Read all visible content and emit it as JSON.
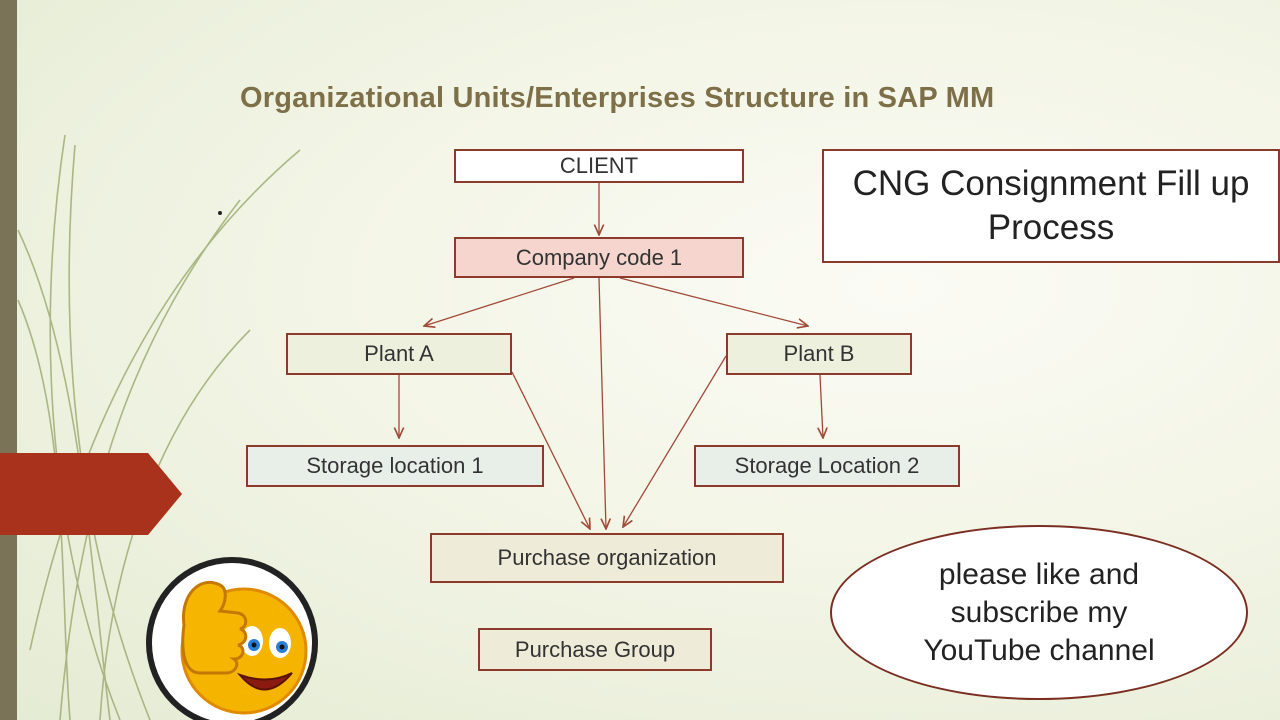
{
  "slide": {
    "title": "Organizational Units/Enterprises Structure in SAP MM"
  },
  "diagram": {
    "nodes": {
      "client": "CLIENT",
      "company_code": "Company code 1",
      "plant_a": "Plant A",
      "plant_b": "Plant B",
      "storage_1": "Storage location 1",
      "storage_2": "Storage Location 2",
      "purchase_org": "Purchase organization",
      "purchase_group": "Purchase Group"
    }
  },
  "callouts": {
    "cng": "CNG Consignment Fill up Process",
    "subscribe": "please like and subscribe my YouTube channel"
  },
  "icons": {
    "thumbs_up": "thumbs-up-emoji-icon",
    "tab": "arrow-tab-icon"
  },
  "colors": {
    "accent_bar": "#7a7357",
    "arrow_tab": "#a8321b",
    "node_border": "#8b3a2b",
    "title": "#7d7049",
    "company_fill": "#f5d5cd"
  }
}
